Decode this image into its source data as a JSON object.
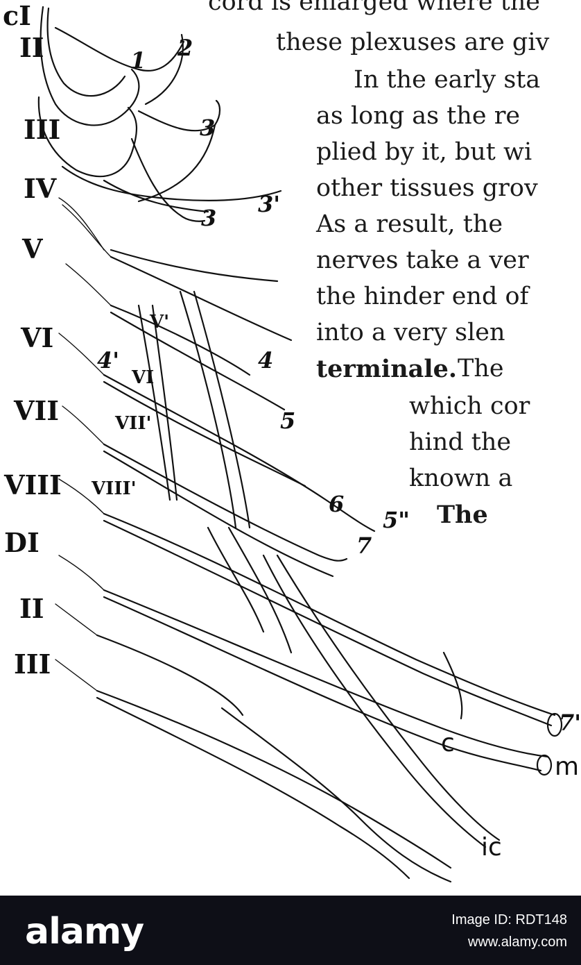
{
  "text_lines": [
    "cord is enlarged where the",
    "these plexuses are giv",
    "In the early sta",
    "as long as the re",
    "plied by it, but wi",
    "other tissues grov",
    "As a result, the",
    "nerves take a ver",
    "the hinder end of",
    "into a very slen",
    "terminale.",
    "The",
    "which cor",
    "hind the",
    "known a",
    "The"
  ],
  "labels": {
    "cervical": [
      "cI",
      "II",
      "III",
      "IV",
      "V",
      "VI",
      "VII",
      "VIII"
    ],
    "dorsal": [
      "DI",
      "II",
      "III"
    ],
    "branch_roman": [
      "V'",
      "VI",
      "VII'",
      "VIII'"
    ],
    "branch_numbers": [
      "1",
      "2",
      "3",
      "3'",
      "3",
      "4",
      "4'",
      "5",
      "5\"",
      "6",
      "7",
      "7'"
    ],
    "letters": [
      "c",
      "m",
      "ic"
    ]
  },
  "footer": {
    "logo": "alamy",
    "image_id": "Image ID: RDT148",
    "site": "www.alamy.com"
  }
}
